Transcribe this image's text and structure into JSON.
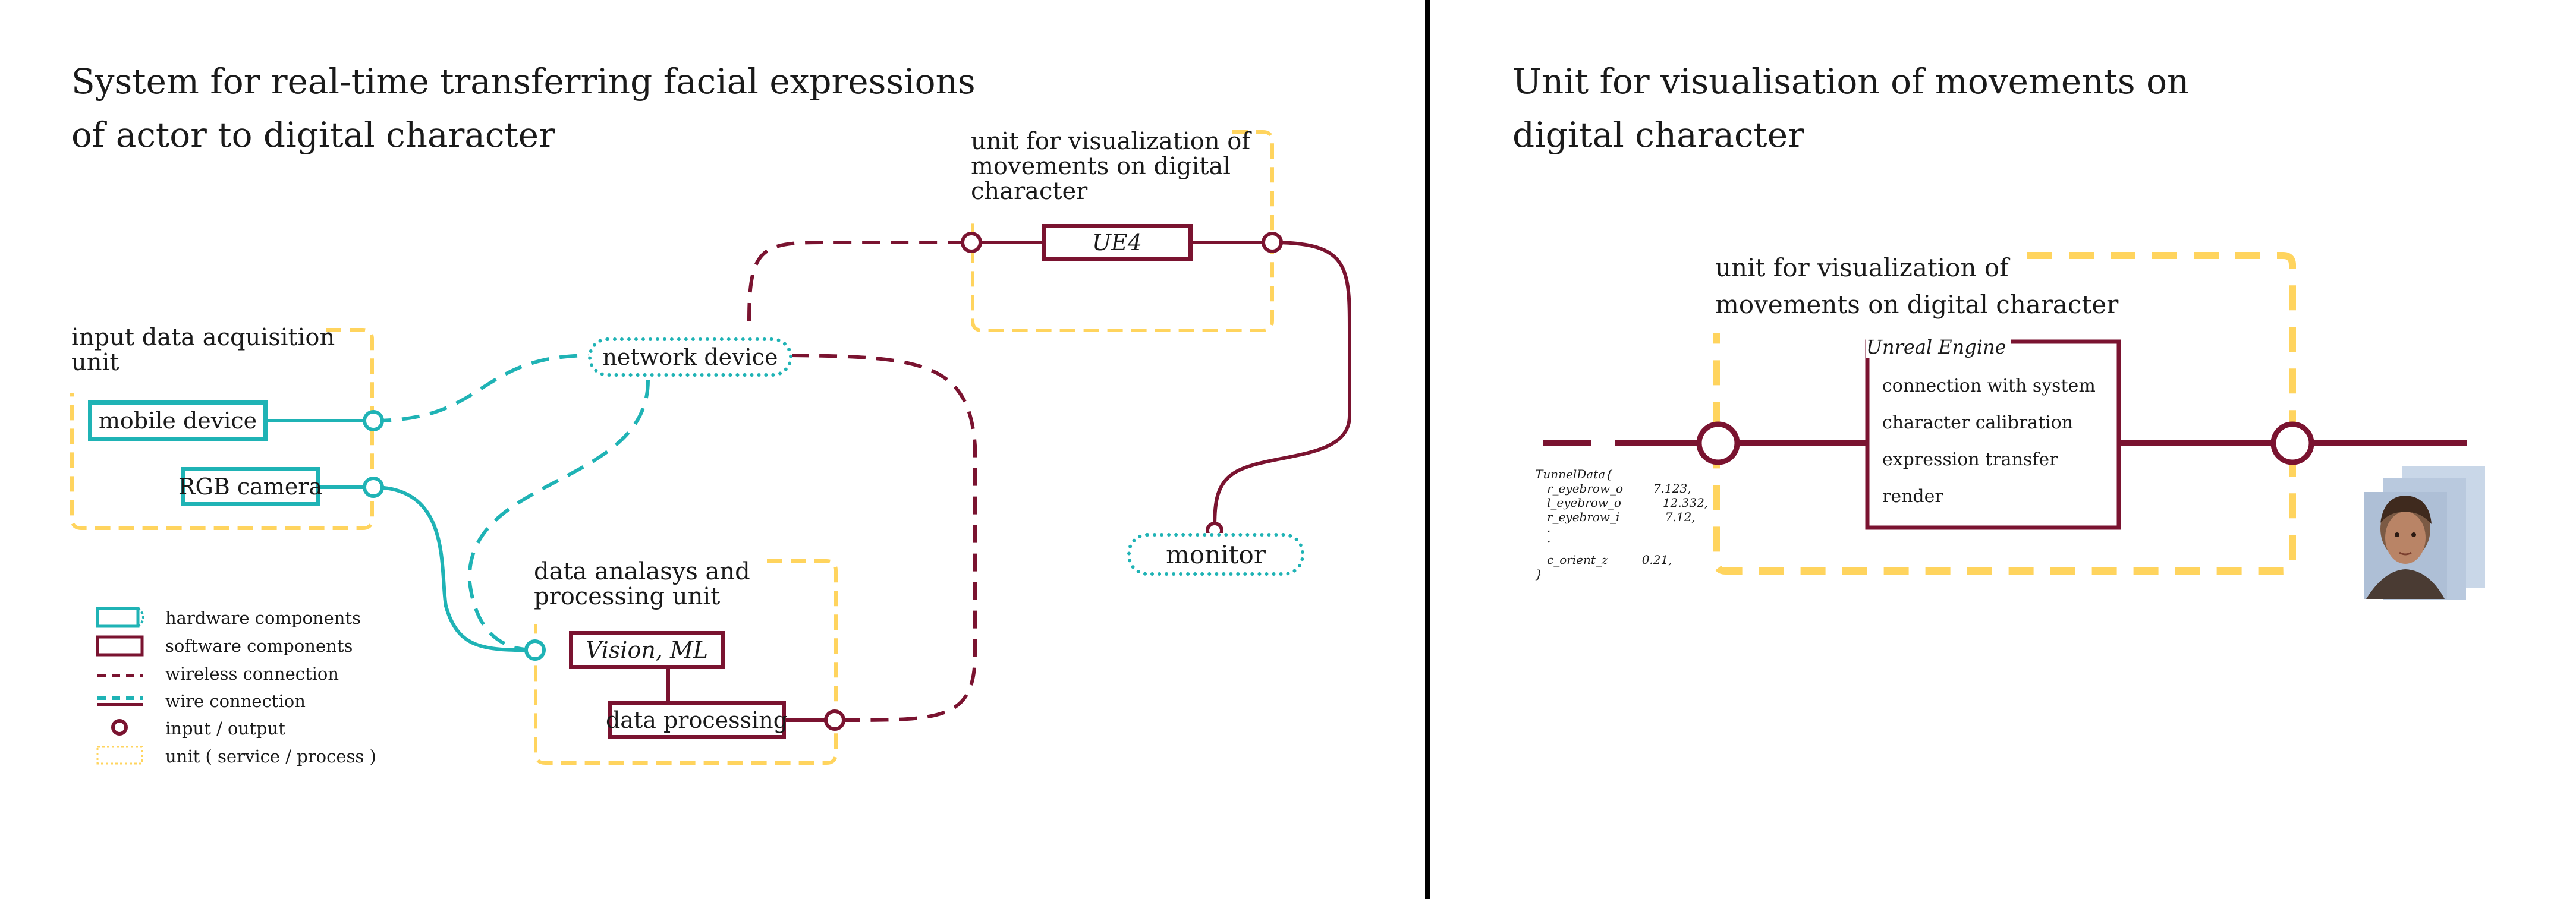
{
  "colors": {
    "hardware": "#1fb3b5",
    "software": "#7a1330",
    "unit": "#ffd45e",
    "divider": "#000000"
  },
  "left_panel": {
    "title_line1": "System for real-time transferring facial expressions",
    "title_line2": "of actor to digital character",
    "units": {
      "input_line1": "input data acquisition",
      "input_line2": "unit",
      "processing_line1": "data analasys and",
      "processing_line2": "processing unit",
      "visualization_line1": "unit for visualization of",
      "visualization_line2": "movements on digital",
      "visualization_line3": "character"
    },
    "components": {
      "mobile_device": "mobile device",
      "rgb_camera": "RGB camera",
      "network_device": "network device",
      "vision_ml": "Vision, ML",
      "data_processing": "data processing",
      "ue4": "UE4",
      "monitor": "monitor"
    },
    "legend": [
      "hardware components",
      "software components",
      "wireless connection",
      "wire connection",
      "input / output",
      "unit ( service / process )"
    ]
  },
  "right_panel": {
    "title_line1": "Unit for visualisation of movements on",
    "title_line2": "digital character",
    "unit_line1": "unit for visualization of",
    "unit_line2": "movements on digital character",
    "engine_title": "Unreal Engine",
    "engine_items": [
      "connection with system",
      "character calibration",
      "expression transfer",
      "render"
    ],
    "tunnel_data": [
      "TunnelData{",
      "r_eyebrow_o        7.123,",
      "l_eyebrow_o           12.332,",
      "r_eyebrow_i            7.12,",
      ".",
      ".",
      "c_orient_z         0.21,",
      "}"
    ]
  }
}
